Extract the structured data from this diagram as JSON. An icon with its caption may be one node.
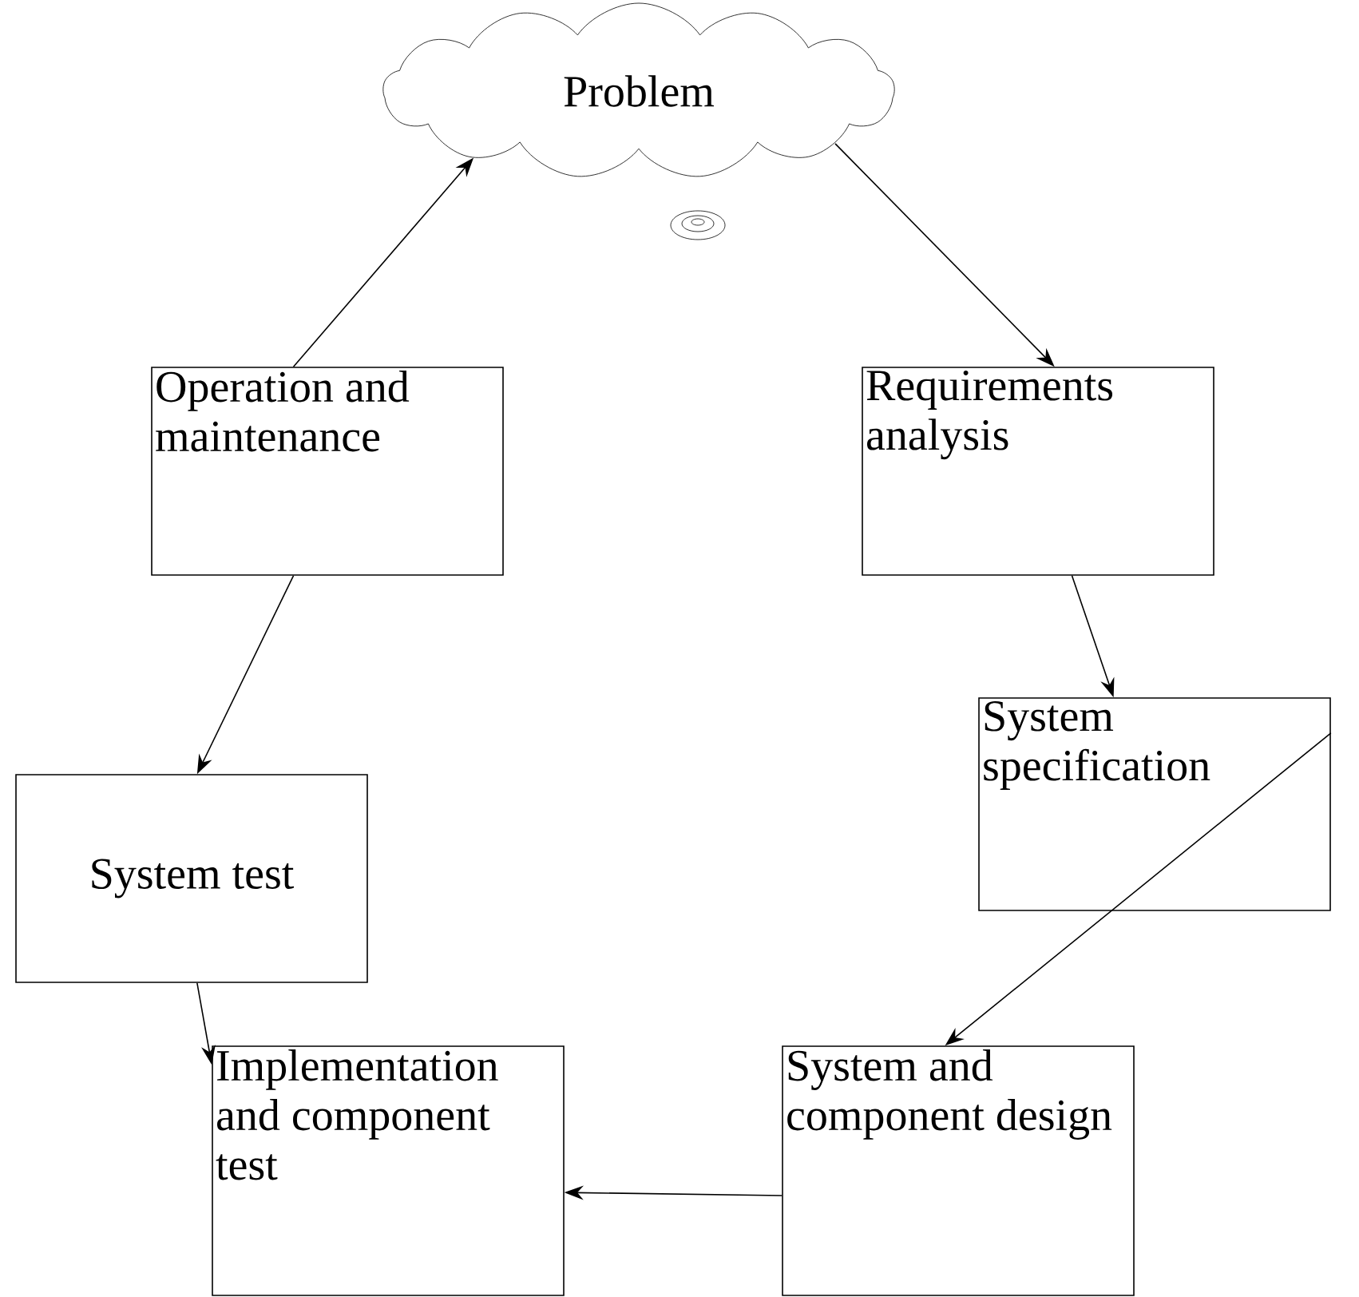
{
  "diagram": {
    "nodes": [
      {
        "text": [
          "Problem"
        ]
      },
      {
        "text": [
          "Operation and maintenance"
        ]
      },
      {
        "text": [
          "Requirements analysis"
        ]
      },
      {
        "text": [
          "System specification"
        ]
      },
      {
        "text": [
          "System test"
        ]
      },
      {
        "text": [
          "Implementation and component test"
        ]
      },
      {
        "text": [
          "System and component design"
        ]
      }
    ],
    "edges": [
      {
        "from": 1,
        "to": 0,
        "arrow": "to"
      },
      {
        "from": 0,
        "to": 2,
        "arrow": "to"
      },
      {
        "from": 2,
        "to": 3,
        "arrow": "to"
      },
      {
        "from": 1,
        "to": 4,
        "arrow": "to"
      },
      {
        "from": 3,
        "to": 6,
        "arrow": "to"
      },
      {
        "from": 4,
        "to": 5,
        "arrow": "to"
      },
      {
        "from": 6,
        "to": 5,
        "arrow": "to"
      }
    ]
  }
}
